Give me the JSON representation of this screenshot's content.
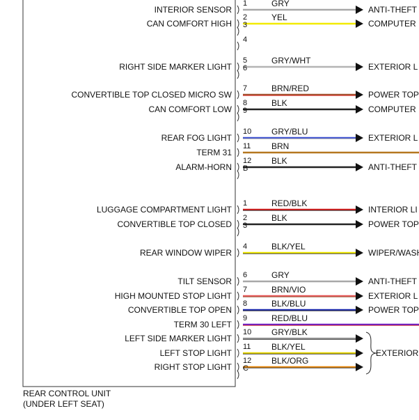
{
  "unit": {
    "name_line1": "REAR CONTROL UNIT",
    "name_line2": "(UNDER LEFT SEAT)"
  },
  "exterior_group_label": "EXTERIOR",
  "pins": [
    {
      "pin": "1",
      "label": "INTERIOR SENSOR",
      "wire": "GRY",
      "color": "#a8a8a8",
      "dest": "ANTI-THEFT",
      "arrow": true
    },
    {
      "pin": "2",
      "label": "CAN COMFORT HIGH",
      "wire": "YEL",
      "color": "#f2ea00",
      "dest": "COMPUTER",
      "arrow": true
    },
    {
      "pin": "3",
      "label": "",
      "wire": "",
      "color": "",
      "dest": "",
      "arrow": false
    },
    {
      "pin": "4",
      "label": "",
      "wire": "",
      "color": "",
      "dest": "",
      "arrow": false
    },
    {
      "pin": "5",
      "label": "RIGHT SIDE MARKER LIGHT",
      "wire": "GRY/WHT",
      "color": "#b4b4b4",
      "dest": "EXTERIOR L",
      "arrow": true
    },
    {
      "pin": "6",
      "label": "",
      "wire": "",
      "color": "",
      "dest": "",
      "arrow": false
    },
    {
      "pin": "7",
      "label": "CONVERTIBLE TOP CLOSED MICRO SW",
      "wire": "BRN/RED",
      "color": "#a0522d",
      "stripe": "#e02020",
      "dest": "POWER TOP",
      "arrow": true
    },
    {
      "pin": "8",
      "label": "CAN COMFORT LOW",
      "wire": "BLK",
      "color": "#222222",
      "dest": "COMPUTER",
      "arrow": true
    },
    {
      "pin": "9",
      "label": "",
      "wire": "",
      "color": "",
      "dest": "",
      "arrow": false
    },
    {
      "pin": "10",
      "label": "REAR FOG LIGHT",
      "wire": "GRY/BLU",
      "color": "#3a4fd0",
      "stripe": "#a8a8a8",
      "dest": "EXTERIOR L",
      "arrow": true
    },
    {
      "pin": "11",
      "label": "TERM 31",
      "wire": "BRN",
      "color": "#b5771f",
      "dest": "",
      "arrow": false
    },
    {
      "pin": "12",
      "label": "ALARM-HORN",
      "wire": "BLK",
      "color": "#222222",
      "dest": "ANTI-THEFT",
      "arrow": true
    },
    {
      "pin": "B",
      "label": "",
      "wire": "",
      "color": "",
      "dest": "",
      "arrow": false
    },
    {
      "pin": "1",
      "label": "LUGGAGE COMPARTMENT LIGHT",
      "wire": "RED/BLK",
      "color": "#d41c1c",
      "stripe": "#222222",
      "dest": "INTERIOR LI",
      "arrow": true
    },
    {
      "pin": "2",
      "label": "CONVERTIBLE TOP CLOSED",
      "wire": "BLK",
      "color": "#222222",
      "dest": "POWER TOP",
      "arrow": true
    },
    {
      "pin": "3",
      "label": "",
      "wire": "",
      "color": "",
      "dest": "",
      "arrow": false
    },
    {
      "pin": "4",
      "label": "REAR WINDOW WIPER",
      "wire": "BLK/YEL",
      "color": "#f2ea00",
      "stripe": "#222222",
      "dest": "WIPER/WASH",
      "arrow": true
    },
    {
      "pin": "6",
      "label": "TILT SENSOR",
      "wire": "GRY",
      "color": "#a8a8a8",
      "dest": "ANTI-THEFT",
      "arrow": true
    },
    {
      "pin": "7",
      "label": "HIGH MOUNTED STOP LIGHT",
      "wire": "BRN/VIO",
      "color": "#e85a5a",
      "stripe": "#8a4b2a",
      "dest": "EXTERIOR L",
      "arrow": true
    },
    {
      "pin": "8",
      "label": "CONVERTIBLE TOP OPEN",
      "wire": "BLK/BLU",
      "color": "#1c2bb0",
      "stripe": "#222222",
      "dest": "POWER TOP",
      "arrow": true
    },
    {
      "pin": "9",
      "label": "TERM 30 LEFT",
      "wire": "RED/BLU",
      "color": "#6a1fc8",
      "stripe": "#d41c1c",
      "dest": "",
      "arrow": false
    },
    {
      "pin": "10",
      "label": "LEFT SIDE MARKER LIGHT",
      "wire": "GRY/BLK",
      "color": "#9a9a9a",
      "stripe": "#222222",
      "dest": "",
      "arrow": true
    },
    {
      "pin": "11",
      "label": "LEFT STOP LIGHT",
      "wire": "BLK/YEL",
      "color": "#e8d800",
      "stripe": "#222222",
      "dest": "",
      "arrow": true
    },
    {
      "pin": "12",
      "label": "RIGHT STOP LIGHT",
      "wire": "BLK/ORG",
      "color": "#e88a10",
      "stripe": "#222222",
      "dest": "",
      "arrow": true
    },
    {
      "pin": "C",
      "label": "",
      "wire": "",
      "color": "",
      "dest": "",
      "arrow": false
    }
  ]
}
